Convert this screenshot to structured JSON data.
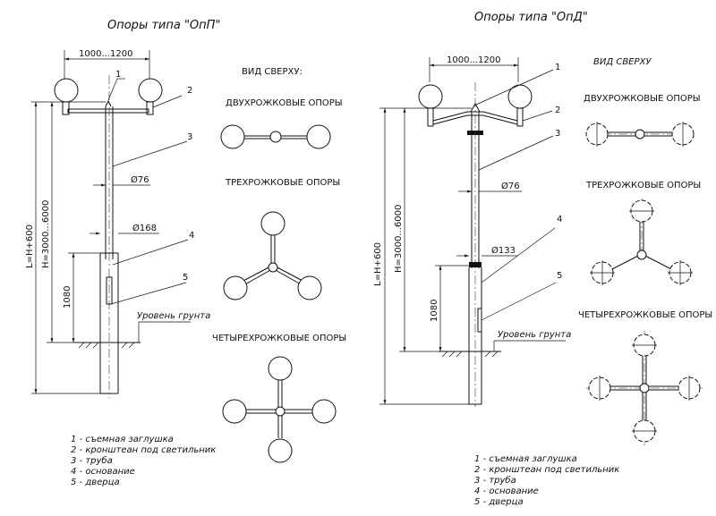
{
  "left": {
    "title": "Опоры типа \"ОпП\"",
    "dim_width": "1000...1200",
    "dim_height": "H=3000...6000",
    "dim_total": "L=H+600",
    "dim_base": "1080",
    "pipe_diameter": "Ø76",
    "base_diameter": "Ø168",
    "ground_label": "Уровень грунта",
    "callouts": [
      "1",
      "2",
      "3",
      "4",
      "5"
    ]
  },
  "right": {
    "title": "Опоры типа \"ОпД\"",
    "dim_width": "1000...1200",
    "dim_height": "H=3000...6000",
    "dim_total": "L=H+600",
    "dim_base": "1080",
    "pipe_diameter": "Ø76",
    "base_diameter": "Ø133",
    "ground_label": "Уровень грунта",
    "callouts": [
      "1",
      "2",
      "3",
      "4",
      "5"
    ]
  },
  "top_view_left": {
    "heading": "ВИД СВЕРХУ:",
    "two_arm": "ДВУХРОЖКОВЫЕ ОПОРЫ",
    "three_arm": "ТРЕХРОЖКОВЫЕ ОПОРЫ",
    "four_arm": "ЧЕТЫРЕХРОЖКОВЫЕ ОПОРЫ"
  },
  "top_view_right": {
    "heading": "ВИД СВЕРХУ",
    "two_arm": "ДВУХРОЖКОВЫЕ ОПОРЫ",
    "three_arm": "ТРЕХРОЖКОВЫЕ ОПОРЫ",
    "four_arm": "ЧЕТЫРЕХРОЖКОВЫЕ ОПОРЫ"
  },
  "legend": [
    "1 - съемная заглушка",
    "2 - кронштеан под светильник",
    "3 - труба",
    "4 - основание",
    "5 - дверца"
  ],
  "legend_right": [
    "1 - съемная заглушка",
    "2 - кронштеан под светильник",
    "3 - труба",
    "4 - основание",
    "5 - дверца"
  ]
}
